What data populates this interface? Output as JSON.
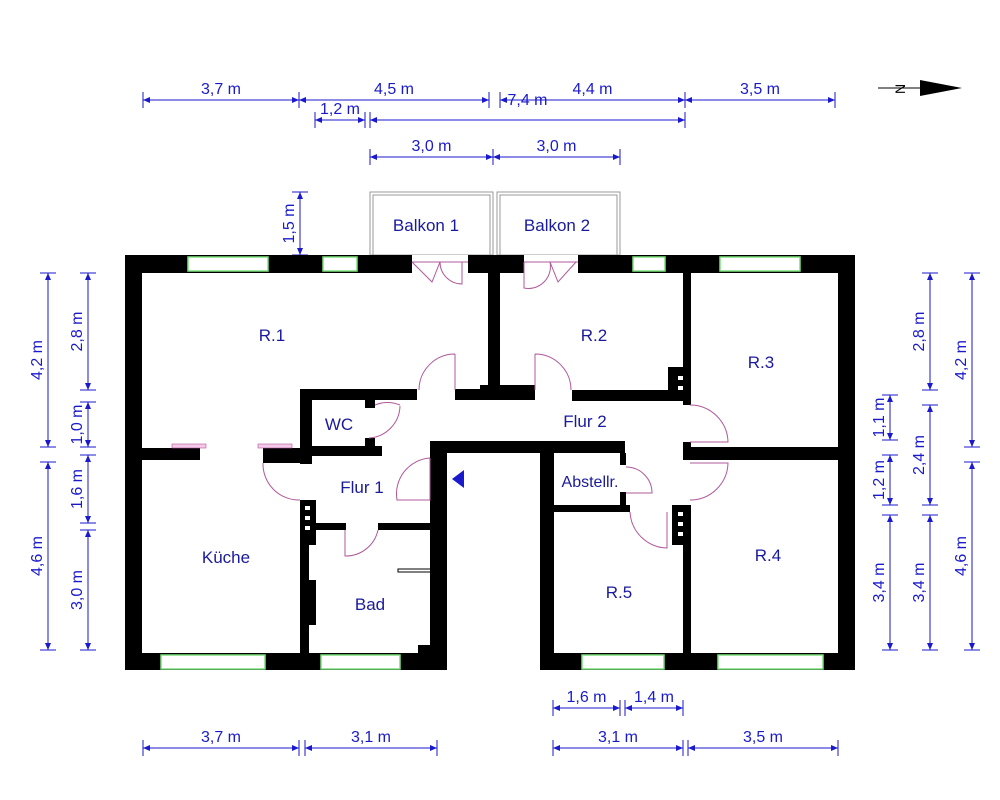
{
  "rooms": {
    "r1": "R.1",
    "r2": "R.2",
    "r3": "R.3",
    "r4": "R.4",
    "r5": "R.5",
    "wc": "WC",
    "flur1": "Flur 1",
    "flur2": "Flur 2",
    "kueche": "Küche",
    "bad": "Bad",
    "abstellr": "Abstellr.",
    "balkon1": "Balkon 1",
    "balkon2": "Balkon 2"
  },
  "dims": {
    "top": [
      "3,7 m",
      "4,5 m",
      "4,4 m",
      "3,5 m"
    ],
    "top2": [
      "1,2 m",
      "7,4 m"
    ],
    "top3": [
      "3,0 m",
      "3,0 m"
    ],
    "balcony_depth": "1,5 m",
    "left_outer": [
      "4,2 m",
      "4,6 m"
    ],
    "left_inner": [
      "2,8 m",
      "1,0 m",
      "1,6 m",
      "3,0 m"
    ],
    "right_inner": [
      "1,1 m",
      "1,2 m",
      "3,4 m"
    ],
    "right_mid": [
      "2,8 m",
      "2,4 m",
      "3,4 m"
    ],
    "right_outer": [
      "4,2 m",
      "4,6 m"
    ],
    "bottom": [
      "3,7 m",
      "3,1 m",
      "3,1 m",
      "3,5 m"
    ],
    "bottom2": [
      "1,6 m",
      "1,4 m"
    ]
  },
  "north_label": "N",
  "colors": {
    "dimension": "#1a1acc",
    "wall": "#000000",
    "window": "#7be07b",
    "door": "#b0589a",
    "room_label": "#1a1a9c"
  }
}
